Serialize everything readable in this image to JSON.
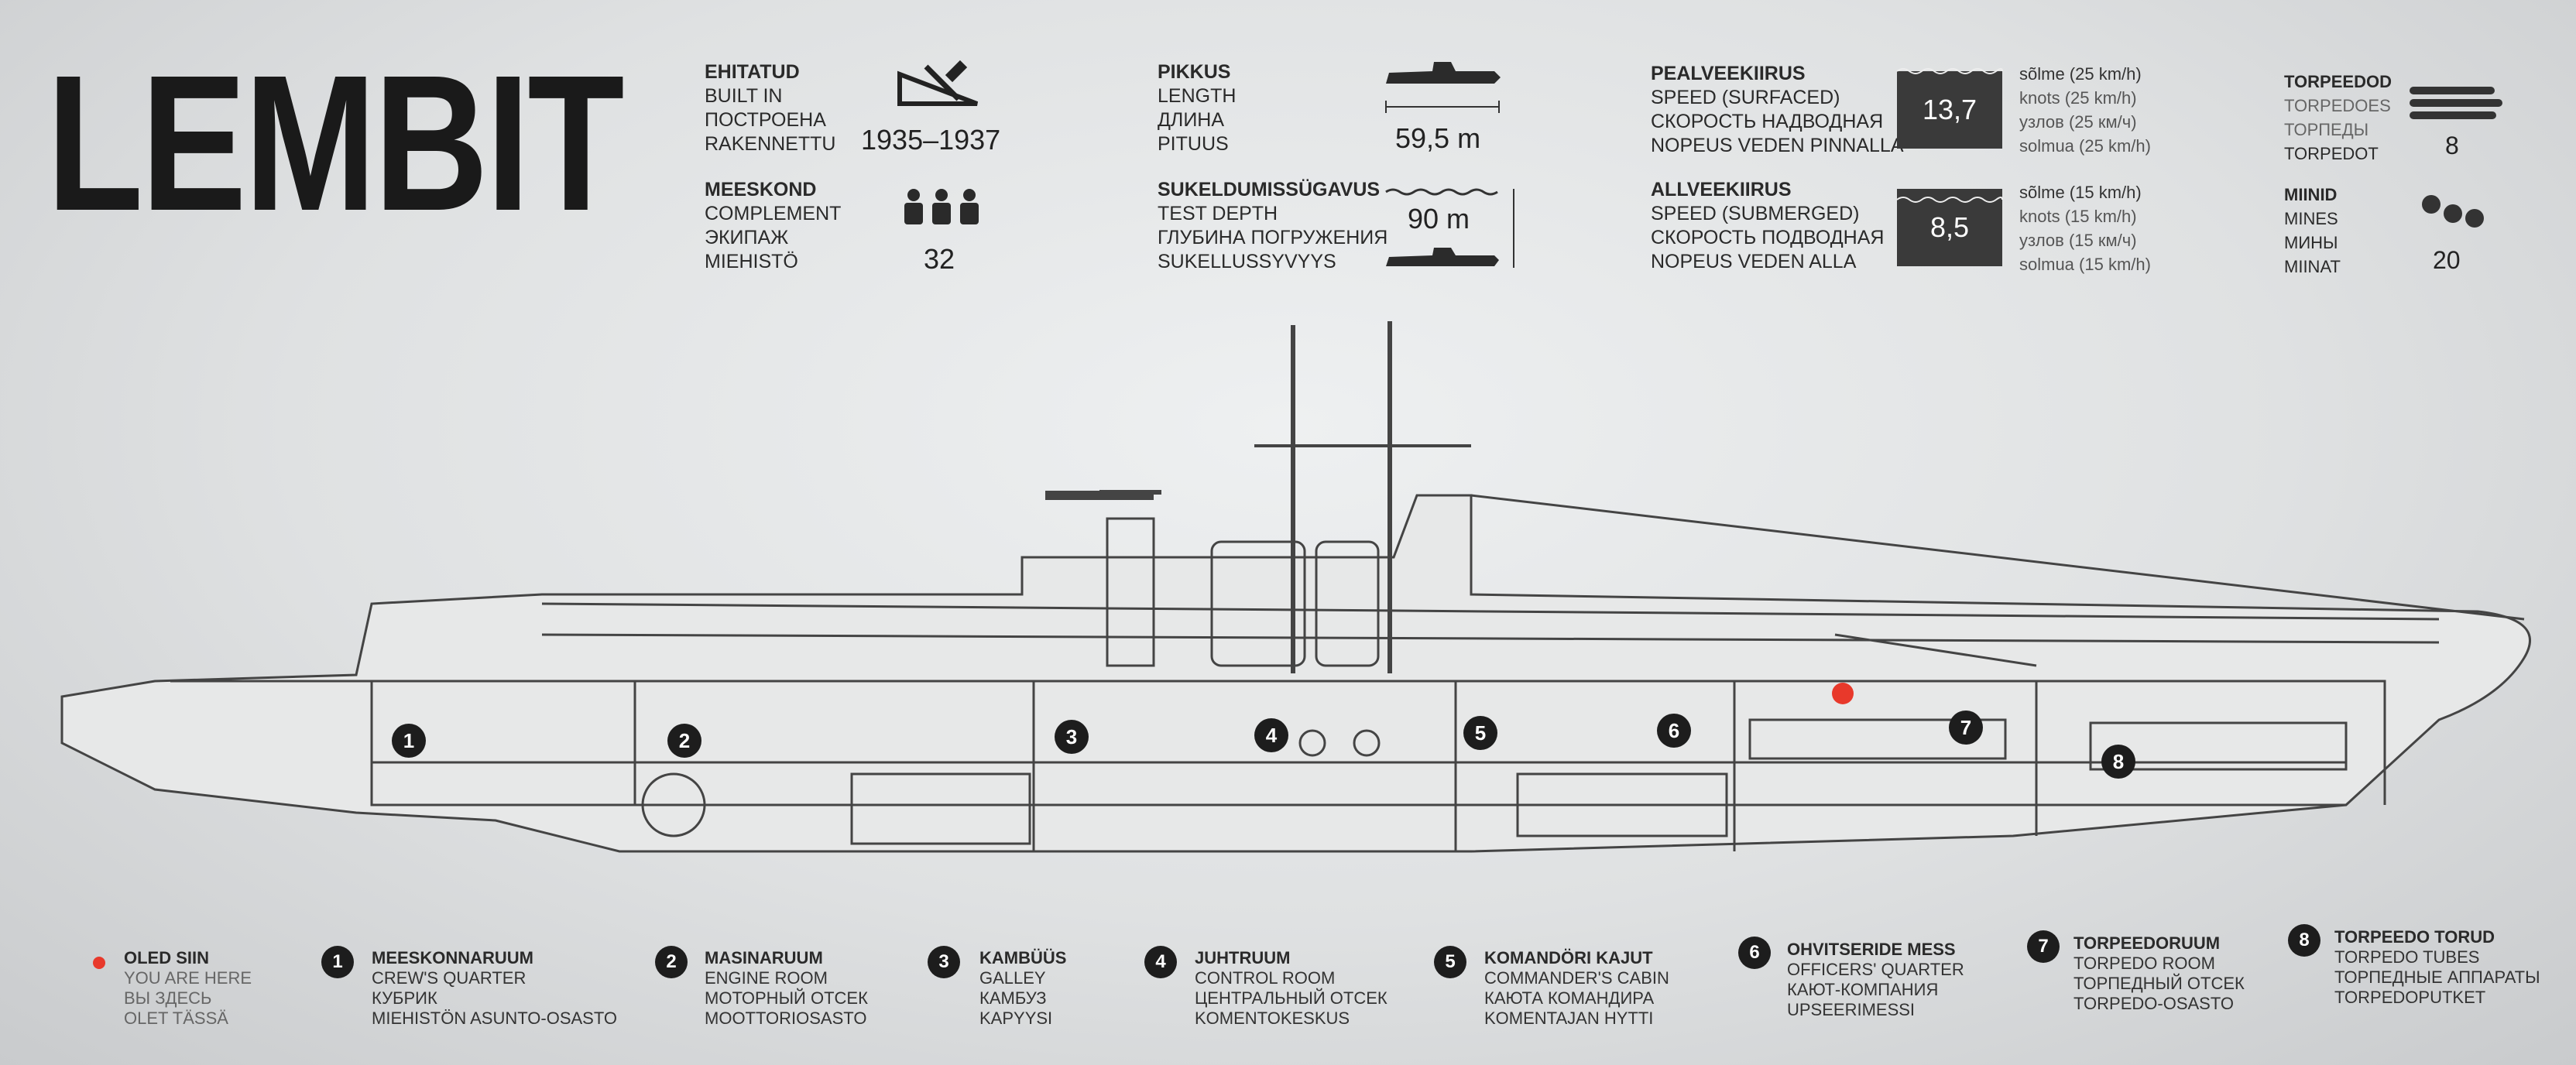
{
  "title": "LEMBIT",
  "specs": {
    "built": {
      "lines": [
        "EHITATUD",
        "BUILT IN",
        "ПОСТРОЕНА",
        "RAKENNETTU"
      ],
      "value": "1935–1937"
    },
    "crew": {
      "lines": [
        "MEESKOND",
        "COMPLEMENT",
        "ЭКИПАЖ",
        "MIEHISTÖ"
      ],
      "value": "32"
    },
    "length": {
      "lines": [
        "PIKKUS",
        "LENGTH",
        "ДЛИНА",
        "PITUUS"
      ],
      "value": "59,5 m"
    },
    "depth": {
      "lines": [
        "SUKELDUMISSÜGAVUS",
        "TEST DEPTH",
        "ГЛУБИНА ПОГРУЖЕНИЯ",
        "SUKELLUSSYVYYS"
      ],
      "value": "90 m"
    },
    "speed_surfaced": {
      "lines": [
        "PEALVEEKIIRUS",
        "SPEED (SURFACED)",
        "СКОРОСТЬ НАДВОДНАЯ",
        "NOPEUS VEDEN PINNALLA"
      ],
      "value": "13,7",
      "units": [
        "sõlme (25 km/h)",
        "knots (25 km/h)",
        "узлов (25 км/ч)",
        "solmua (25 km/h)"
      ]
    },
    "speed_submerged": {
      "lines": [
        "ALLVEEKIIRUS",
        "SPEED (SUBMERGED)",
        "СКОРОСТЬ ПОДВОДНАЯ",
        "NOPEUS VEDEN ALLA"
      ],
      "value": "8,5",
      "units": [
        "sõlme (15 km/h)",
        "knots (15 km/h)",
        "узлов (15 км/ч)",
        "solmua (15 km/h)"
      ]
    },
    "torpedoes": {
      "lines": [
        "TORPEEDOD",
        "TORPEDOES",
        "ТОРПЕДЫ",
        "TORPEDOT"
      ],
      "value": "8"
    },
    "mines": {
      "lines": [
        "MIINID",
        "MINES",
        "МИНЫ",
        "MIINAT"
      ],
      "value": "20"
    }
  },
  "legend": [
    {
      "key": "●",
      "lines": [
        "OLED SIIN",
        "YOU ARE HERE",
        "ВЫ ЗДЕСЬ",
        "OLET TÄSSÄ"
      ]
    },
    {
      "key": "1",
      "lines": [
        "MEESKONNARUUM",
        "CREW'S QUARTER",
        "КУБРИК",
        "MIEHISTÖN ASUNTO-OSASTO"
      ]
    },
    {
      "key": "2",
      "lines": [
        "MASINARUUM",
        "ENGINE ROOM",
        "МОТОРНЫЙ ОТСЕК",
        "MOOTTORIOSASTO"
      ]
    },
    {
      "key": "3",
      "lines": [
        "KAMBÜÜS",
        "GALLEY",
        "КАМБУЗ",
        "KAPYYSI"
      ]
    },
    {
      "key": "4",
      "lines": [
        "JUHTRUUM",
        "CONTROL ROOM",
        "ЦЕНТРАЛЬНЫЙ ОТСЕК",
        "KOMENTOKESKUS"
      ]
    },
    {
      "key": "5",
      "lines": [
        "KOMANDÖRI KAJUT",
        "COMMANDER'S CABIN",
        "КАЮТА КОМАНДИРА",
        "KOMENTAJAN HYTTI"
      ]
    },
    {
      "key": "6",
      "lines": [
        "OHVITSERIDE MESS",
        "OFFICERS' QUARTER",
        "КАЮТ-КОМПАНИЯ",
        "UPSEERIMESSI"
      ]
    },
    {
      "key": "7",
      "lines": [
        "TORPEEDORUUM",
        "TORPEDO ROOM",
        "ТОРПЕДНЫЙ ОТСЕК",
        "TORPEDO-OSASTO"
      ]
    },
    {
      "key": "8",
      "lines": [
        "TORPEEDO TORUD",
        "TORPEDO TUBES",
        "ТОРПЕДНЫЕ АППАРАТЫ",
        "TORPEDOPUTKET"
      ]
    }
  ],
  "diagram_markers": [
    "1",
    "2",
    "3",
    "4",
    "5",
    "6",
    "7",
    "8"
  ],
  "colors": {
    "you_are_here": "#e8392b",
    "ink": "#1d1d1d",
    "value_box": "#3a3a3a"
  }
}
